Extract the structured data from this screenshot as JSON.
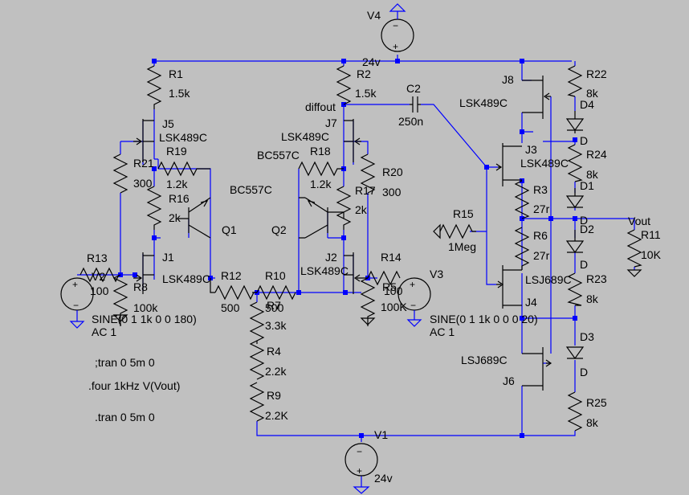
{
  "colors": {
    "background": "#c0c0c0",
    "wire": "#0000ff",
    "component": "#000000"
  },
  "labels": {
    "V4": "V4",
    "24v_top": "24v",
    "R1": "R1",
    "R1_val": "1.5k",
    "R2": "R2",
    "R2_val": "1.5k",
    "C2": "C2",
    "C2_val": "250n",
    "diffout": "diffout",
    "J5": "J5",
    "J5_part": "LSK489C",
    "J7": "J7",
    "J7_part": "LSK489C",
    "J8": "J8",
    "J8_part": "LSK489C",
    "R19": "R19",
    "R19_val": "1.2k",
    "R18": "R18",
    "R18_val": "1.2k",
    "R21": "R21",
    "R21_val": "300",
    "R20": "R20",
    "R20_val": "300",
    "R16": "R16",
    "R16_val": "2k",
    "R17": "R17",
    "R17_val": "2k",
    "BC557C_a": "BC557C",
    "BC557C_b": "BC557C",
    "Q1": "Q1",
    "Q2": "Q2",
    "J1": "J1",
    "J1_part": "LSK489C",
    "J2": "J2",
    "J2_part": "LSK489C",
    "R13": "R13",
    "R13_val": "100",
    "V2": "V2",
    "R8": "R8",
    "R8_val": "100k",
    "R12": "R12",
    "R12_val": "500",
    "R10": "R10",
    "R10_val": "500",
    "R7": "R7",
    "R7_val": "3.3k",
    "R4": "R4",
    "R4_val": "2.2k",
    "R9": "R9",
    "R9_val": "2.2K",
    "R14": "R14",
    "R14_val": "100",
    "R5": "R5",
    "R5_val": "100K",
    "V3": "V3",
    "sine_left": "SINE(0 1 1k 0 0 180)",
    "ac_left": "AC 1",
    "sine_right": "SINE(0 1 1k 0 0 0 20)",
    "ac_right": "AC 1",
    "R15": "R15",
    "R15_val": "1Meg",
    "J3": "J3",
    "J3_part": "LSK489C",
    "R3": "R3",
    "R3_val": "27r",
    "R6": "R6",
    "R6_val": "27r",
    "J4": "J4",
    "J4_part": "LSJ689C",
    "J6": "J6",
    "J6_part": "LSJ689C",
    "R22": "R22",
    "R22_val": "8k",
    "D4": "D4",
    "D4_model": "D",
    "R24": "R24",
    "R24_val": "8k",
    "D1": "D1",
    "D1_model": "D",
    "D2": "D2",
    "D2_model": "D",
    "R23": "R23",
    "R23_val": "8k",
    "D3": "D3",
    "D3_model": "D",
    "R25": "R25",
    "R25_val": "8k",
    "Vout": "Vout",
    "R11": "R11",
    "R11_val": "10K",
    "V1": "V1",
    "24v_bot": "24v",
    "cmd_tran_comment": ";tran 0 5m 0",
    "cmd_four": ".four 1kHz V(Vout)",
    "cmd_tran": ".tran 0 5m 0"
  }
}
